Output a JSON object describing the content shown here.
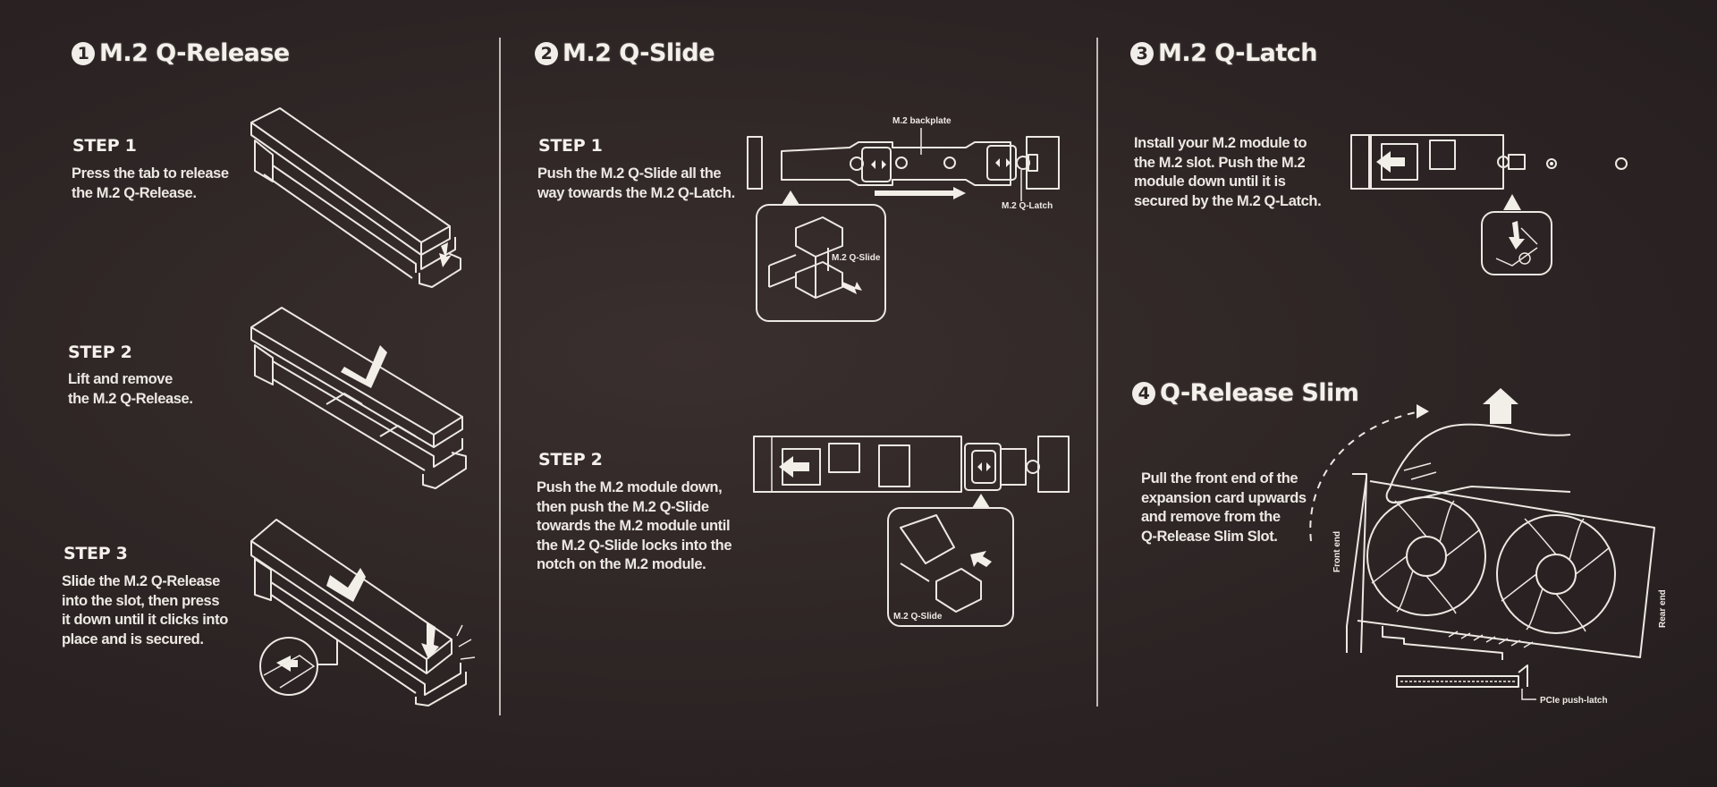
{
  "sections": [
    {
      "number": "1",
      "title": "M.2 Q-Release",
      "steps": [
        {
          "label": "STEP 1",
          "text": "Press the tab to release\nthe M.2 Q-Release."
        },
        {
          "label": "STEP 2",
          "text": "Lift and remove\nthe M.2 Q-Release."
        },
        {
          "label": "STEP 3",
          "text": "Slide the M.2 Q-Release\ninto the slot, then press\nit down until it clicks into\nplace and is secured."
        }
      ]
    },
    {
      "number": "2",
      "title": "M.2 Q-Slide",
      "steps": [
        {
          "label": "STEP 1",
          "text": "Push the M.2 Q-Slide all the\nway towards the M.2 Q-Latch."
        },
        {
          "label": "STEP 2",
          "text": "Push the M.2 module down,\nthen push the M.2 Q-Slide\ntowards the M.2 module until\nthe M.2 Q-Slide locks into the\nnotch on the M.2 module."
        }
      ],
      "diagram_labels": {
        "backplate": "M.2 backplate",
        "q_latch": "M.2 Q-Latch",
        "q_slide_1": "M.2 Q-Slide",
        "q_slide_2": "M.2 Q-Slide"
      }
    },
    {
      "number": "3",
      "title": "M.2 Q-Latch",
      "text": "Install your M.2 module to\nthe M.2 slot. Push the M.2\nmodule down until it is\nsecured by the M.2 Q-Latch."
    },
    {
      "number": "4",
      "title": "Q-Release Slim",
      "text": "Pull the front end of the\nexpansion card upwards\nand remove from the\nQ-Release Slim Slot.",
      "diagram_labels": {
        "front_end": "Front end",
        "rear_end": "Rear end",
        "pcie_latch": "PCIe push-latch"
      }
    }
  ],
  "colors": {
    "background": "#2f2626",
    "ink": "#f1ede8"
  }
}
